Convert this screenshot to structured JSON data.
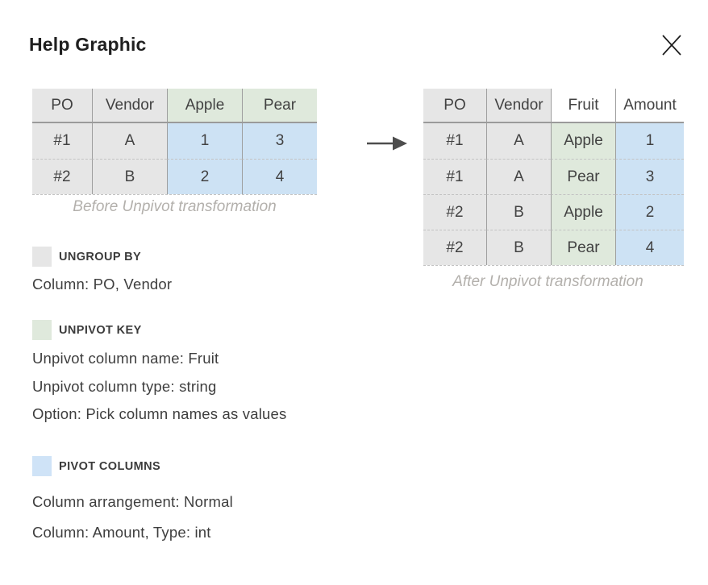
{
  "dialog": {
    "title": "Help Graphic"
  },
  "before_table": {
    "caption": "Before Unpivot transformation",
    "columns": [
      {
        "label": "PO",
        "role": "ungroup-by"
      },
      {
        "label": "Vendor",
        "role": "ungroup-by"
      },
      {
        "label": "Apple",
        "role": "unpivot-key"
      },
      {
        "label": "Pear",
        "role": "unpivot-key"
      }
    ],
    "rows": [
      [
        "#1",
        "A",
        "1",
        "3"
      ],
      [
        "#2",
        "B",
        "2",
        "4"
      ]
    ]
  },
  "after_table": {
    "caption": "After Unpivot transformation",
    "columns": [
      {
        "label": "PO",
        "role": "ungroup-by"
      },
      {
        "label": "Vendor",
        "role": "ungroup-by"
      },
      {
        "label": "Fruit",
        "role": "unpivot-key"
      },
      {
        "label": "Amount",
        "role": "pivot-column"
      }
    ],
    "rows": [
      [
        "#1",
        "A",
        "Apple",
        "1"
      ],
      [
        "#1",
        "A",
        "Pear",
        "3"
      ],
      [
        "#2",
        "B",
        "Apple",
        "2"
      ],
      [
        "#2",
        "B",
        "Pear",
        "4"
      ]
    ]
  },
  "legend": {
    "ungroup": {
      "swatch_color": "#e6e6e6",
      "heading": "UNGROUP BY",
      "lines": [
        "Column: PO, Vendor"
      ]
    },
    "unpivot_key": {
      "swatch_color": "#dfe9dc",
      "heading": "UNPIVOT KEY",
      "lines": [
        "Unpivot column name: Fruit",
        "Unpivot column type: string",
        "Option: Pick column names as values"
      ]
    },
    "pivot_columns": {
      "swatch_color": "#cfe3f7",
      "heading": "PIVOT COLUMNS",
      "lines": [
        "Column arrangement: Normal",
        "Column: Amount, Type: int"
      ]
    }
  },
  "colors": {
    "grey_cell": "#e6e6e6",
    "green_cell": "#dfe9dc",
    "blue_cell": "#cde2f4",
    "grid_line": "#9a9a9a",
    "caption_text": "#b3b0ac",
    "body_text": "#3e3e3e",
    "arrow": "#4d4d4d"
  }
}
